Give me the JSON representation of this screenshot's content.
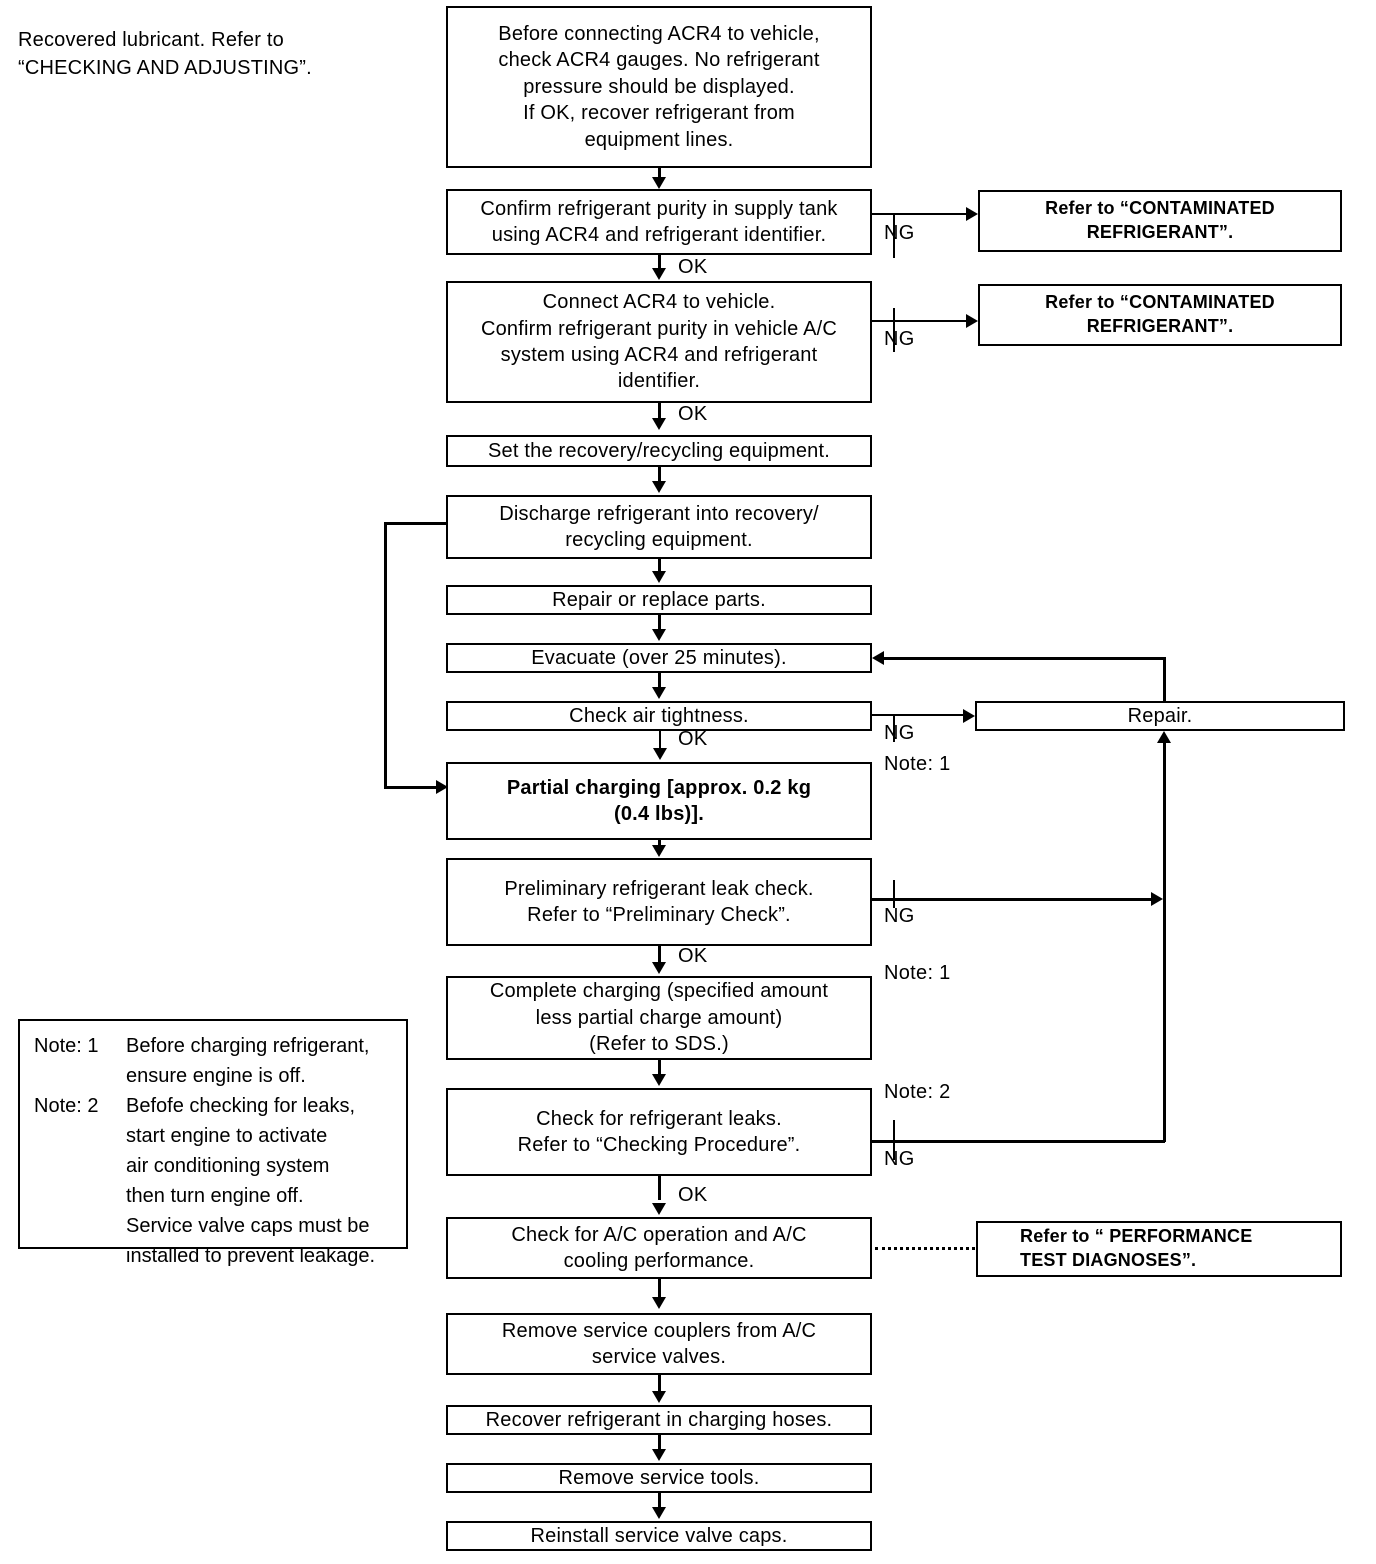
{
  "diagram": {
    "title_note": "Recovered lubricant. Refer to\n“CHECKING AND ADJUSTING”.",
    "main_steps": [
      {
        "id": "check-gauges",
        "text": "Before connecting ACR4 to vehicle,\ncheck ACR4 gauges. No refrigerant\npressure should be displayed.\nIf OK, recover refrigerant from\nequipment lines."
      },
      {
        "id": "confirm-supply-tank-purity",
        "text": "Confirm refrigerant purity in supply tank\nusing ACR4 and refrigerant identifier."
      },
      {
        "id": "connect-acr4-confirm-vehicle-purity",
        "text": "Connect ACR4 to vehicle.\nConfirm refrigerant purity in vehicle A/C\nsystem using ACR4 and refrigerant\nidentifier."
      },
      {
        "id": "set-recovery-equipment",
        "text": "Set the recovery/recycling equipment."
      },
      {
        "id": "discharge-refrigerant",
        "text": "Discharge refrigerant into recovery/\nrecycling equipment."
      },
      {
        "id": "repair-or-replace-parts",
        "text": "Repair or replace parts."
      },
      {
        "id": "evacuate",
        "text": "Evacuate (over 25 minutes)."
      },
      {
        "id": "check-air-tightness",
        "text": "Check air tightness."
      },
      {
        "id": "partial-charging",
        "text": "Partial charging [approx. 0.2 kg\n(0.4 lbs)]."
      },
      {
        "id": "preliminary-leak-check",
        "text": "Preliminary refrigerant leak check.\nRefer to “Preliminary Check”."
      },
      {
        "id": "complete-charging",
        "text": "Complete charging (specified amount\nless partial charge amount)\n(Refer to SDS.)"
      },
      {
        "id": "check-refrigerant-leaks",
        "text": "Check for refrigerant leaks.\nRefer to “Checking Procedure”."
      },
      {
        "id": "check-ac-operation",
        "text": "Check for A/C operation and A/C\ncooling performance."
      },
      {
        "id": "remove-service-couplers",
        "text": "Remove service couplers from A/C\nservice valves."
      },
      {
        "id": "recover-refrigerant-hoses",
        "text": "Recover refrigerant in charging hoses."
      },
      {
        "id": "remove-service-tools",
        "text": "Remove service tools."
      },
      {
        "id": "reinstall-valve-caps",
        "text": "Reinstall service valve caps."
      }
    ],
    "side_boxes": {
      "contaminated_1": "Refer to “CONTAMINATED\nREFRIGERANT”.",
      "contaminated_2": "Refer to “CONTAMINATED\nREFRIGERANT”.",
      "repair": "Repair.",
      "performance_test": "Refer to “ PERFORMANCE\nTEST DIAGNOSES”."
    },
    "edge_labels": {
      "ok_1": "OK",
      "ok_2": "OK",
      "ok_3": "OK",
      "ok_4": "OK",
      "ok_5": "OK",
      "ng_1": "NG",
      "ng_2": "NG",
      "ng_3": "NG",
      "ng_4": "NG",
      "ng_5": "NG",
      "note_ref_1": "Note: 1",
      "note_ref_2": "Note: 1",
      "note_ref_3": "Note: 2"
    },
    "notes": [
      {
        "tag": "Note: 1",
        "body": "Before charging refrigerant,\nensure engine is off."
      },
      {
        "tag": "Note: 2",
        "body": "Befofe checking for leaks,\nstart engine to activate\nair conditioning system\nthen turn engine off.\nService valve caps must be\ninstalled to prevent leakage."
      }
    ]
  }
}
